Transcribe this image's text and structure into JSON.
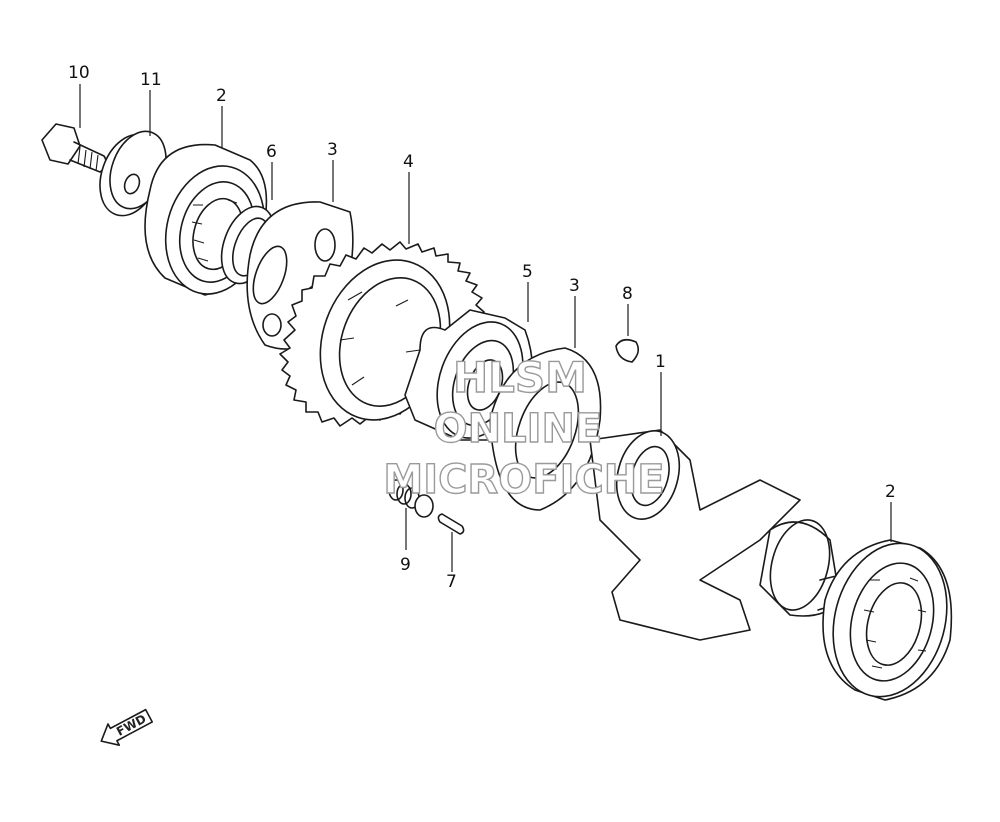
{
  "callouts": {
    "c10": "10",
    "c11": "11",
    "c2a": "2",
    "c6": "6",
    "c3a": "3",
    "c4": "4",
    "c5": "5",
    "c3b": "3",
    "c8": "8",
    "c1": "1",
    "c2b": "2",
    "c9": "9",
    "c7": "7"
  },
  "watermark": {
    "line1": "HLSM",
    "line2": "ONLINE",
    "line3": "MICROFICHE"
  },
  "fwd_label": "FWD"
}
